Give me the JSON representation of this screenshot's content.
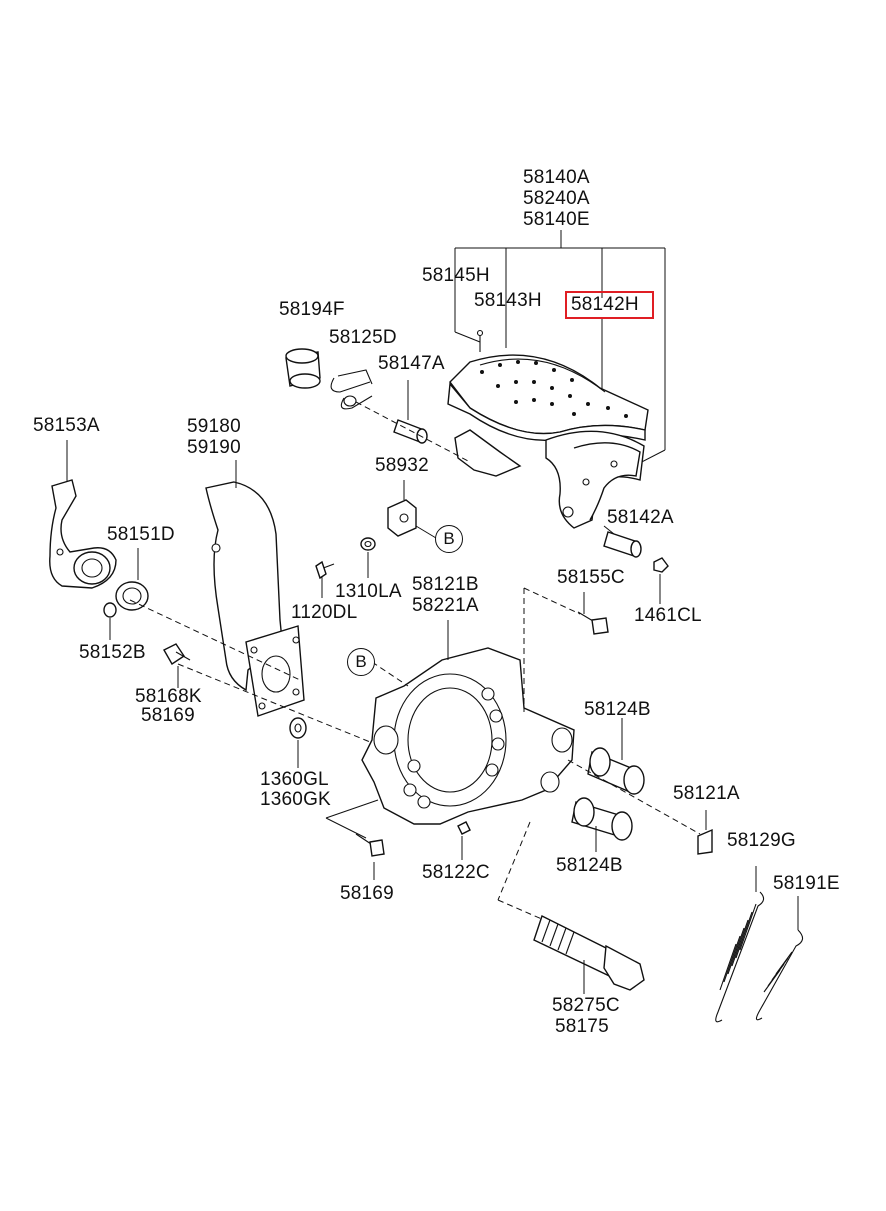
{
  "labels": {
    "p58140A": "58140A",
    "p58240A": "58240A",
    "p58140E": "58140E",
    "p58145H": "58145H",
    "p58143H": "58143H",
    "p58142H": "58142H",
    "p58194F": "58194F",
    "p58125D": "58125D",
    "p58147A": "58147A",
    "p58153A": "58153A",
    "p59180": "59180",
    "p59190": "59190",
    "p58932": "58932",
    "p58142A": "58142A",
    "p58151D": "58151D",
    "p1310LA": "1310LA",
    "p1120DL": "1120DL",
    "p58121B": "58121B",
    "p58221A": "58221A",
    "p58155C": "58155C",
    "p1461CL": "1461CL",
    "p58152B": "58152B",
    "p58168K": "58168K",
    "p58169a": "58169",
    "p58124Ba": "58124B",
    "p1360GL": "1360GL",
    "p1360GK": "1360GK",
    "p58121A": "58121A",
    "p58129G": "58129G",
    "p58191E": "58191E",
    "p58169b": "58169",
    "p58122C": "58122C",
    "p58124Bb": "58124B",
    "p58275C": "58275C",
    "p58175": "58175"
  },
  "refs": {
    "b1": "B",
    "b2": "B"
  },
  "highlight": {
    "part": "58142H",
    "color": "#e01e24"
  }
}
